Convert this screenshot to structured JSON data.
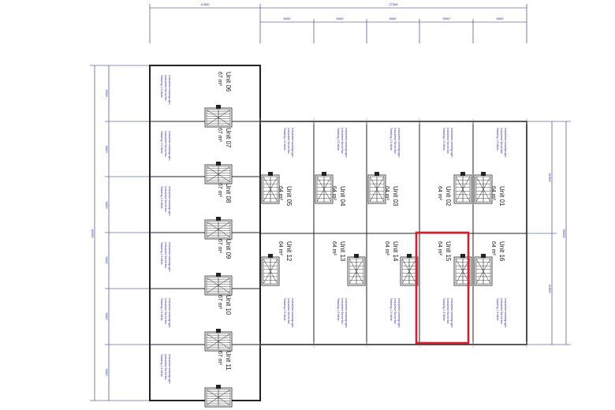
{
  "dimensions": {
    "top_left": "11500",
    "top_total": "27300",
    "top_segments": [
      "5000",
      "5000",
      "5000",
      "5000",
      "5000"
    ],
    "left_total": "40000",
    "left_segments": [
      "5000",
      "5000",
      "5000",
      "5000",
      "5000",
      "5000"
    ],
    "right_total": "25000",
    "right_segments": [
      "11500",
      "11500"
    ]
  },
  "units": [
    {
      "name": "Unit 06",
      "area": "67 m²",
      "note": [
        "Indicatieve toevoegingen",
        "Indicatieve Sectie 6m²",
        "Toelating 1.5 kN/m²"
      ]
    },
    {
      "name": "Unit 07",
      "area": "67 m²",
      "note": [
        "Indicatieve toevoegingen",
        "Indicatieve Sectie 6m²",
        "Toelating 1.5 kN/m²"
      ]
    },
    {
      "name": "Unit 08",
      "area": "67 m²",
      "note": [
        "Indicatieve toevoegingen",
        "Indicatieve Sectie 6m²",
        "Toelating 1.5 kN/m²"
      ]
    },
    {
      "name": "Unit 09",
      "area": "67 m²",
      "note": [
        "Indicatieve toevoegingen",
        "Indicatieve Sectie 6m²",
        "Toelating 1.5 kN/m²"
      ]
    },
    {
      "name": "Unit 10",
      "area": "67 m²",
      "note": [
        "Indicatieve toevoegingen",
        "Indicatieve Sectie 6m²",
        "Toelating 1.5 kN/m²"
      ]
    },
    {
      "name": "Unit 11",
      "area": "67 m²",
      "note": [
        "Indicatieve toevoegingen",
        "Indicatieve Sectie 6m²",
        "Toelating 1.5 kN/m²"
      ]
    },
    {
      "name": "Unit 05",
      "area": "64 m²",
      "note": [
        "Indicatieve toevoegingen",
        "Indicatieve Sectie 6m²",
        "Toelating 1.5 kN/m²"
      ]
    },
    {
      "name": "Unit 04",
      "area": "64 m²",
      "note": [
        "Indicatieve toevoegingen",
        "Indicatieve Sectie 6m²",
        "Toelating 1.5 kN/m²"
      ]
    },
    {
      "name": "Unit 03",
      "area": "64 m²",
      "note": [
        "Indicatieve toevoegingen",
        "Indicatieve Sectie 6m²",
        "Toelating 1.5 kN/m²"
      ]
    },
    {
      "name": "Unit 02",
      "area": "64 m²",
      "note": [
        "Indicatieve toevoegingen",
        "Indicatieve Sectie 6m²",
        "Toelating 1.5 kN/m²"
      ]
    },
    {
      "name": "Unit 01",
      "area": "64 m²",
      "note": [
        "Indicatieve toevoegingen",
        "Indicatieve Sectie 6m²",
        "Toelating 1.5 kN/m²"
      ]
    },
    {
      "name": "Unit 12",
      "area": "64 m²",
      "note": [
        "Indicatieve toevoegingen",
        "Indicatieve Sectie 6m²",
        "Toelating 1.5 kN/m²"
      ]
    },
    {
      "name": "Unit 13",
      "area": "64 m²",
      "note": [
        "Indicatieve toevoegingen",
        "Indicatieve Sectie 6m²",
        "Toelating 1.5 kN/m²"
      ]
    },
    {
      "name": "Unit 14",
      "area": "64 m²",
      "note": [
        "Indicatieve toevoegingen",
        "Indicatieve Sectie 6m²",
        "Toelating 1.5 kN/m²"
      ]
    },
    {
      "name": "Unit 15",
      "area": "64 m²",
      "note": [
        "Indicatieve toevoegingen",
        "Indicatieve Sectie 6m²",
        "Toelating 1.5 kN/m²"
      ]
    },
    {
      "name": "Unit 16",
      "area": "64 m²",
      "note": [
        "Indicatieve toevoegingen",
        "Indicatieve Sectie 6m²",
        "Toelating 1.5 kN/m²"
      ]
    }
  ],
  "highlighted_unit": "Unit 15",
  "colors": {
    "highlight": "#d42030",
    "wall": "#222222",
    "grid": "#888888",
    "dimension": "#1f2a7a",
    "note": "#2a2a9a"
  }
}
